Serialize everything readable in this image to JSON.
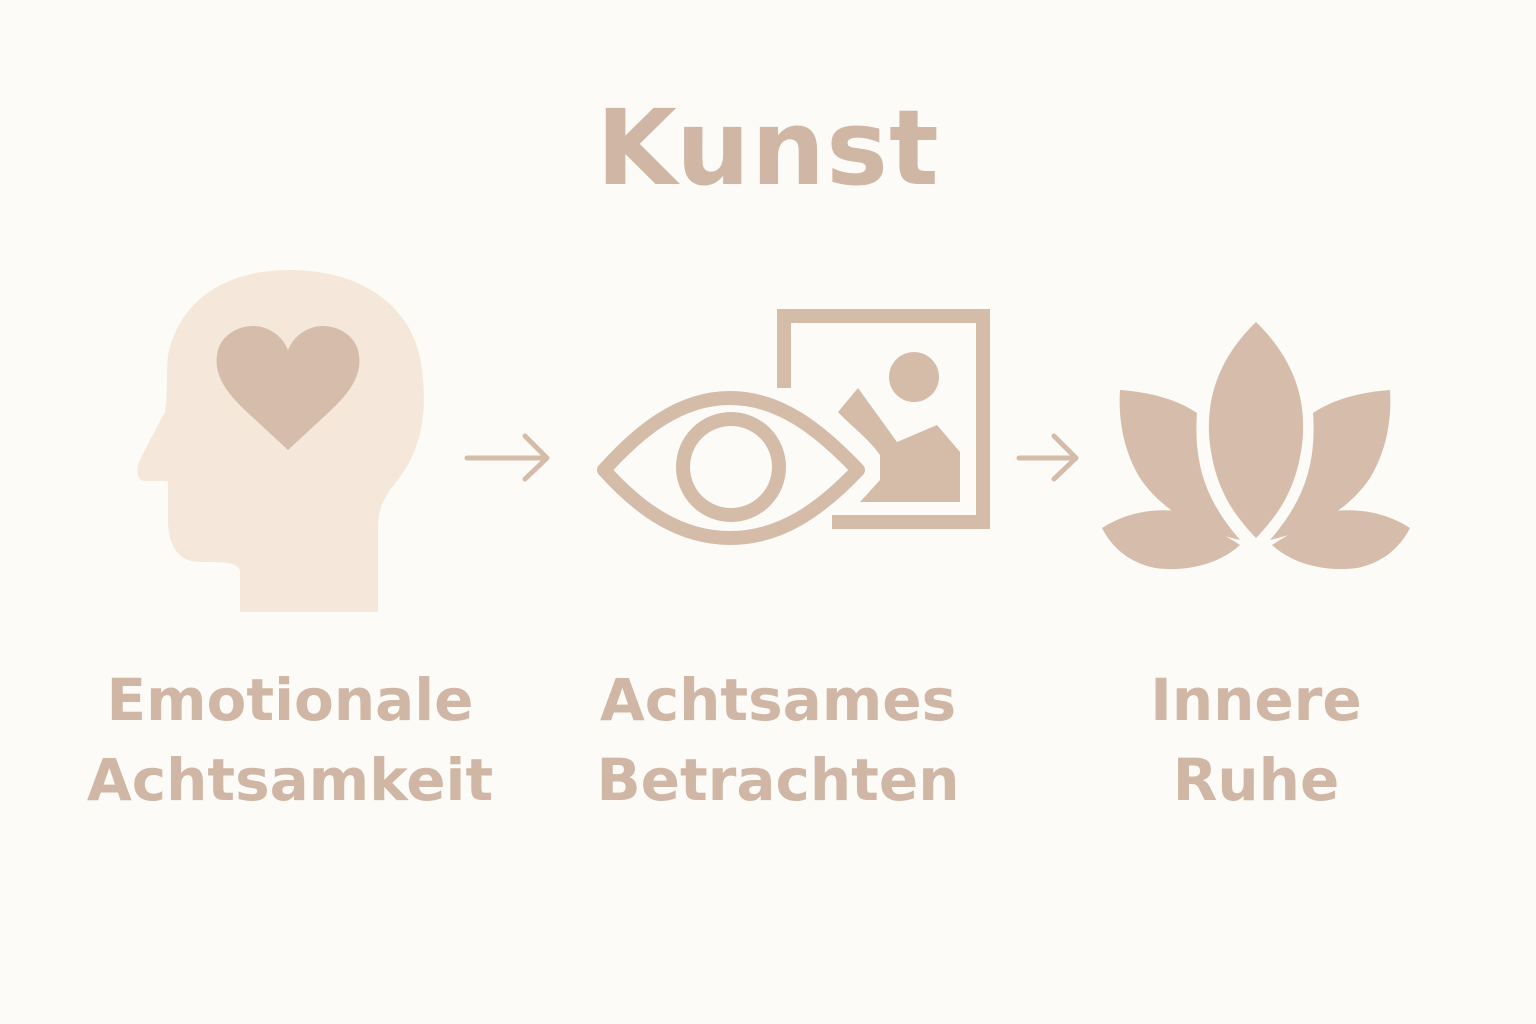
{
  "title": "Kunst",
  "steps": [
    {
      "icon": "head-with-heart-icon",
      "line1": "Emotionale",
      "line2": "Achtsamkeit"
    },
    {
      "icon": "eye-with-picture-icon",
      "line1": "Achtsames",
      "line2": "Betrachten"
    },
    {
      "icon": "lotus-icon",
      "line1": "Innere",
      "line2": "Ruhe"
    }
  ],
  "colors": {
    "background": "#fcfbf7",
    "accent": "#d4bca9",
    "head_fill": "#f5e8da",
    "text": "#d0b6a4"
  }
}
